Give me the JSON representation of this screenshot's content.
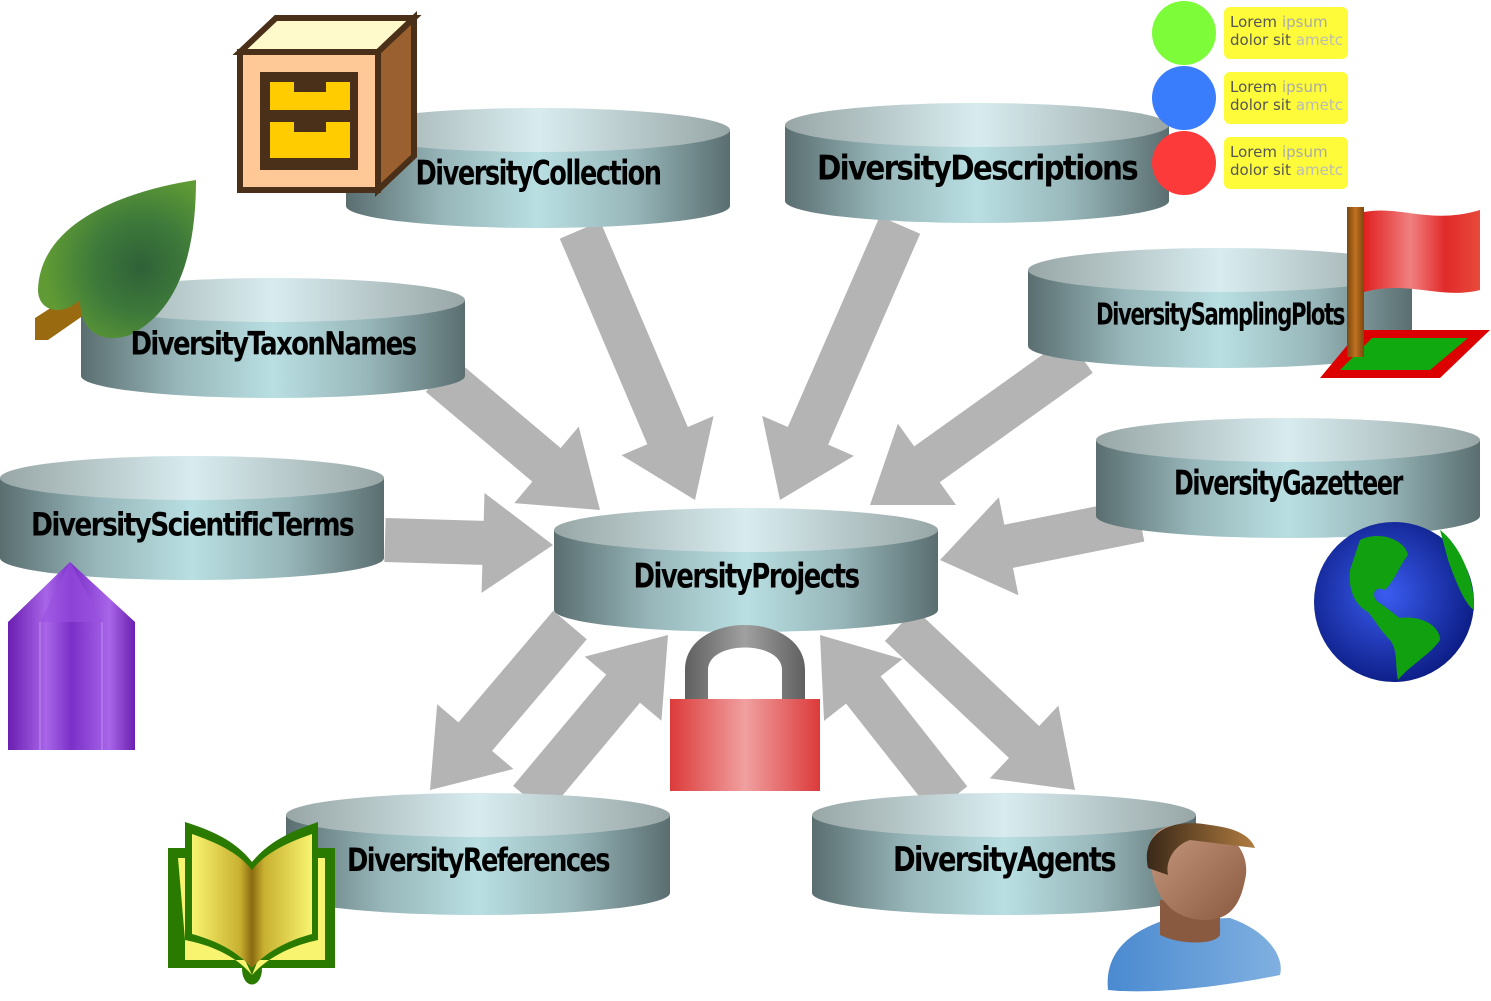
{
  "diagram": {
    "hub": {
      "label": "DiversityProjects",
      "icon": "padlock-icon"
    },
    "modules": [
      {
        "id": "collection",
        "label": "DiversityCollection",
        "icon": "drawer-cabinet-icon",
        "relation": "to-hub"
      },
      {
        "id": "descriptions",
        "label": "DiversityDescriptions",
        "icon": "legend-list-icon",
        "relation": "to-hub",
        "italic_part": "Descriptions"
      },
      {
        "id": "taxonnames",
        "label": "DiversityTaxonNames",
        "icon": "leaf-icon",
        "relation": "to-hub"
      },
      {
        "id": "samplingplots",
        "label": "DiversitySamplingPlots",
        "icon": "flag-on-plot-icon",
        "relation": "to-hub"
      },
      {
        "id": "scientificterms",
        "label": "DiversityScientificTerms",
        "icon": "crystal-icon",
        "relation": "to-hub",
        "italic_part": "Terms"
      },
      {
        "id": "gazetteer",
        "label": "DiversityGazetteer",
        "icon": "globe-icon",
        "relation": "to-hub"
      },
      {
        "id": "references",
        "label": "DiversityReferences",
        "icon": "open-book-icon",
        "relation": "bidirectional"
      },
      {
        "id": "agents",
        "label": "DiversityAgents",
        "icon": "person-icon",
        "relation": "bidirectional"
      }
    ],
    "legend_items": [
      {
        "color": "#7dfc3a",
        "line1_dark": "Lorem",
        "line1_light": "ipsum",
        "line2_dark": "dolor sit",
        "line2_light": "ametc"
      },
      {
        "color": "#3a7dfc",
        "line1_dark": "Lorem",
        "line1_light": "ipsum",
        "line2_dark": "dolor sit",
        "line2_light": "ametc"
      },
      {
        "color": "#fc3a3a",
        "line1_dark": "Lorem",
        "line1_light": "ipsum",
        "line2_dark": "dolor sit",
        "line2_light": "ametc"
      }
    ],
    "colors": {
      "arrow": "#b4b4b4",
      "cylinder_dark": "#5a6e70",
      "cylinder_light": "#b9dfe2",
      "legend_box": "#fdfb3a"
    }
  }
}
